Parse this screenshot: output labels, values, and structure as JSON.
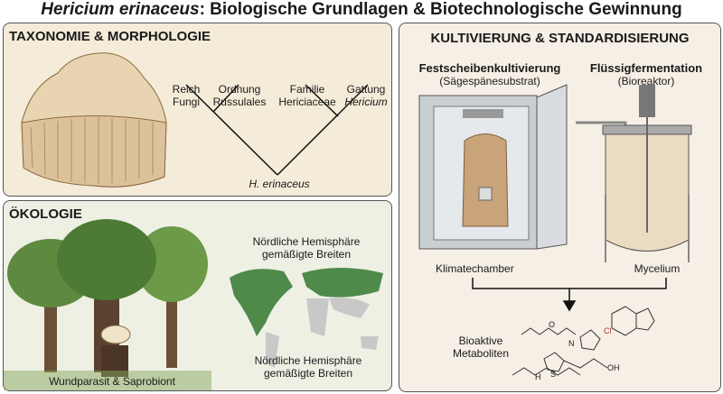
{
  "title": {
    "species": "Hericium erinaceus",
    "rest": ": Biologische Grundlagen & Biotechnologische Gewinnung"
  },
  "taxonomy": {
    "heading": "TAXONOMIE & MORPHOLOGIE",
    "ranks": [
      {
        "rank": "Reich",
        "name": "Fungi"
      },
      {
        "rank": "Ordnung",
        "name": "Russulales"
      },
      {
        "rank": "Familie",
        "name": "Hericiaceae"
      },
      {
        "rank": "Gattung",
        "name": "Hericium"
      }
    ],
    "species": "H. erinaceus"
  },
  "ecology": {
    "heading": "ÖKOLOGIE",
    "map_label_top": [
      "Nördliche Hemisphäre",
      "gemäßigte Breiten"
    ],
    "map_label_bottom": [
      "Nördliche Hemisphäre",
      "gemäßigte Breiten"
    ],
    "tree_caption": "Wundparasit & Saprobiont"
  },
  "cultivation": {
    "heading": "KULTIVIERUNG & STANDARDISIERUNG",
    "solid": {
      "title": "Festscheibenkultivierung",
      "subtitle": "(Sägespänesubstrat)",
      "caption": "Klimatechamber"
    },
    "liquid": {
      "title": "Flüssigfermentation",
      "subtitle": "(Bioreaktor)",
      "caption": "Mycelium"
    },
    "metabolites": [
      "Bioaktive",
      "Metaboliten"
    ],
    "atoms": {
      "o": "O",
      "n": "N",
      "h": "H",
      "cl": "Cl",
      "s": "S",
      "oh": "OH"
    }
  },
  "colors": {
    "tax_bg": "#f4ecd9",
    "eco_bg": "#eef0e4",
    "kul_bg": "#f6efe5",
    "map_green": "#4f8a4a"
  }
}
